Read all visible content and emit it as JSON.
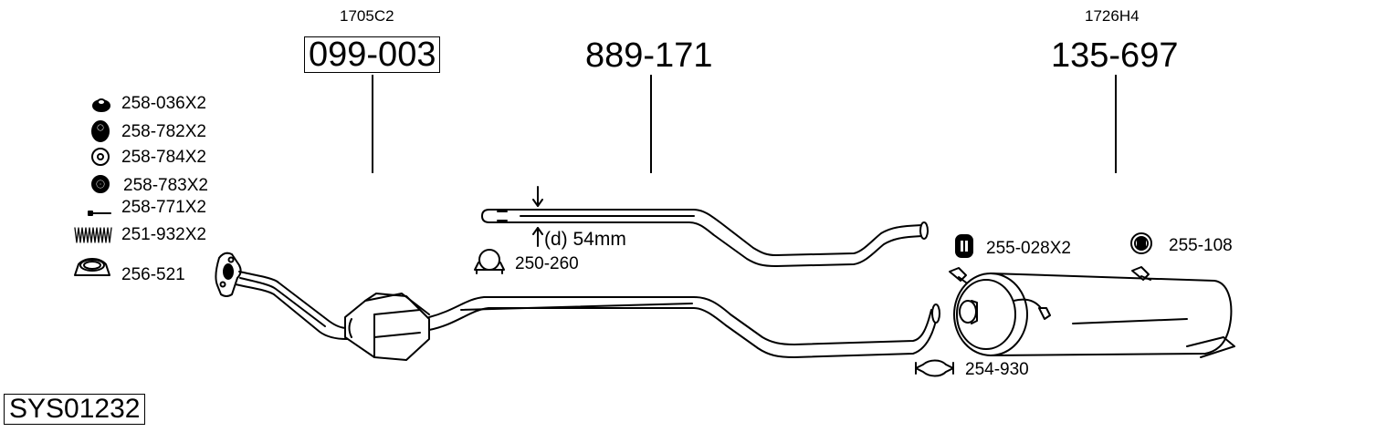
{
  "system_id": "SYS01232",
  "parts": [
    {
      "ref": "1705C2",
      "number": "099-003",
      "boxed": true,
      "description": "catalytic converter with front pipe"
    },
    {
      "ref": "",
      "number": "889-171",
      "boxed": false,
      "description": "intermediate pipe"
    },
    {
      "ref": "1726H4",
      "number": "135-697",
      "boxed": false,
      "description": "rear silencer"
    }
  ],
  "accessories_left": [
    {
      "code": "258-036X2",
      "icon": "nut-icon"
    },
    {
      "code": "258-782X2",
      "icon": "spring-cup-icon"
    },
    {
      "code": "258-784X2",
      "icon": "washer-icon"
    },
    {
      "code": "258-783X2",
      "icon": "ring-icon"
    },
    {
      "code": "258-771X2",
      "icon": "bolt-icon"
    },
    {
      "code": "251-932X2",
      "icon": "spring-icon"
    },
    {
      "code": "256-521",
      "icon": "gasket-ring-icon"
    }
  ],
  "dimension": {
    "label": "(d) 54mm"
  },
  "accessories_other": [
    {
      "code": "250-260",
      "icon": "u-clamp-icon"
    },
    {
      "code": "255-028X2",
      "icon": "rubber-hanger-icon"
    },
    {
      "code": "255-108",
      "icon": "rubber-mount-icon"
    },
    {
      "code": "254-930",
      "icon": "band-clamp-icon"
    }
  ]
}
